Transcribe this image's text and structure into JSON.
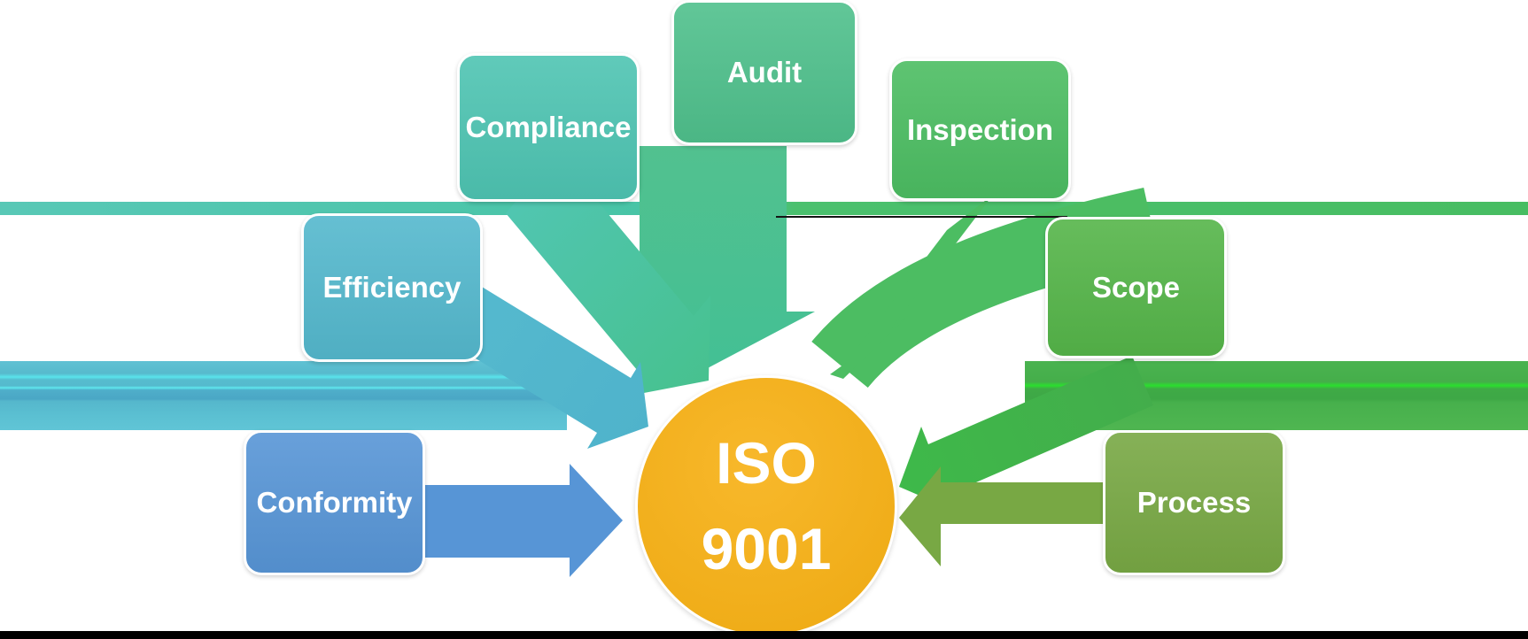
{
  "diagram": {
    "type": "converging-arrows",
    "center": {
      "label_line1": "ISO",
      "label_line2": "9001",
      "color": "#f7b013"
    },
    "nodes": [
      {
        "id": "compliance",
        "label": "Compliance",
        "color": "#4ec4b2"
      },
      {
        "id": "audit",
        "label": "Audit",
        "color": "#4fc08c"
      },
      {
        "id": "inspection",
        "label": "Inspection",
        "color": "#4cbd62"
      },
      {
        "id": "efficiency",
        "label": "Efficiency",
        "color": "#54b8cd"
      },
      {
        "id": "scope",
        "label": "Scope",
        "color": "#55b549"
      },
      {
        "id": "conformity",
        "label": "Conformity",
        "color": "#5795d6"
      },
      {
        "id": "process",
        "label": "Process",
        "color": "#78a844"
      }
    ],
    "arrows": [
      {
        "from": "compliance",
        "to": "center",
        "color": "#4ec4b2"
      },
      {
        "from": "audit",
        "to": "center",
        "color": "#4fc08c"
      },
      {
        "from": "inspection",
        "to": "center",
        "color": "#4cbd62"
      },
      {
        "from": "efficiency",
        "to": "center",
        "color": "#54b8cd"
      },
      {
        "from": "scope",
        "to": "center",
        "color": "#3fae4a"
      },
      {
        "from": "conformity",
        "to": "center",
        "color": "#5795d6"
      },
      {
        "from": "process",
        "to": "center",
        "color": "#78a844"
      }
    ],
    "decor": {
      "top_band_left_color": "#55c7b5",
      "top_band_right_color": "#4abd64",
      "left_band_color": "#55b9ce",
      "right_band_color": "#45af4b",
      "bottom_bar_color": "#000000"
    }
  }
}
